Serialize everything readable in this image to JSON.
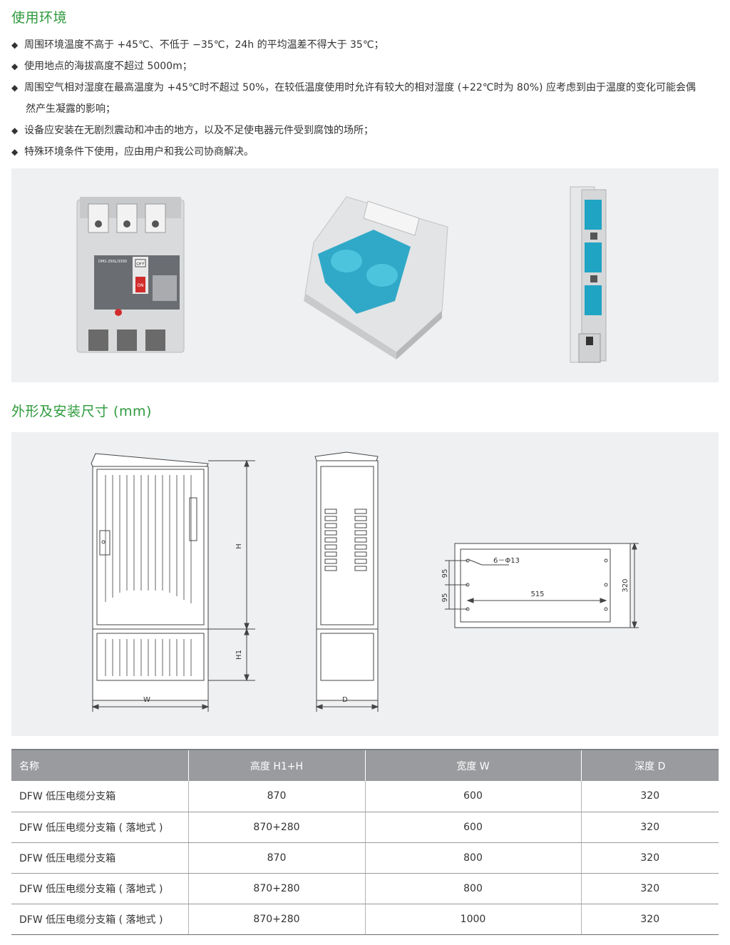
{
  "env_section": {
    "title": "使用环境",
    "items": [
      {
        "text": "周围环境温度不高于 +45℃、不低于 −35℃，24h 的平均温差不得大于 35℃；",
        "cont": ""
      },
      {
        "text": "使用地点的海拔高度不超过 5000m；",
        "cont": ""
      },
      {
        "text": "周围空气相对湿度在最高温度为 +45℃时不超过 50%，在较低温度使用时允许有较大的相对湿度 (+22℃时为 80%) 应考虑到由于温度的变化可能会偶",
        "cont": "然产生凝露的影响；"
      },
      {
        "text": "设备应安装在无剧烈震动和冲击的地方，以及不足使电器元件受到腐蚀的场所；",
        "cont": ""
      },
      {
        "text": "特殊环境条件下使用，应由用户和我公司协商解决。",
        "cont": ""
      }
    ]
  },
  "products": {
    "breaker_label": "DM1-250L/3300",
    "breaker_off": "OFF",
    "breaker_on": "ON"
  },
  "dim_section": {
    "title": "外形及安装尺寸 (mm)",
    "labels": {
      "H": "H",
      "H1": "H1",
      "W": "W",
      "D": "D",
      "holes": "6－Φ13",
      "width515": "515",
      "gap95a": "95",
      "gap95b": "95",
      "depth320": "320"
    }
  },
  "table": {
    "headers": [
      "名称",
      "高度 H1+H",
      "宽度 W",
      "深度 D"
    ],
    "rows": [
      [
        "DFW 低压电缆分支箱",
        "870",
        "600",
        "320"
      ],
      [
        "DFW 低压电缆分支箱 ( 落地式 )",
        "870+280",
        "600",
        "320"
      ],
      [
        "DFW 低压电缆分支箱",
        "870",
        "800",
        "320"
      ],
      [
        "DFW 低压电缆分支箱 ( 落地式 )",
        "870+280",
        "800",
        "320"
      ],
      [
        "DFW 低压电缆分支箱 ( 落地式 )",
        "870+280",
        "1000",
        "320"
      ]
    ]
  },
  "colors": {
    "accent_green": "#2e9a3c",
    "panel_bg": "#eef0f2",
    "table_header": "#999b9e",
    "fuse_blue": "#1fa4c4"
  }
}
